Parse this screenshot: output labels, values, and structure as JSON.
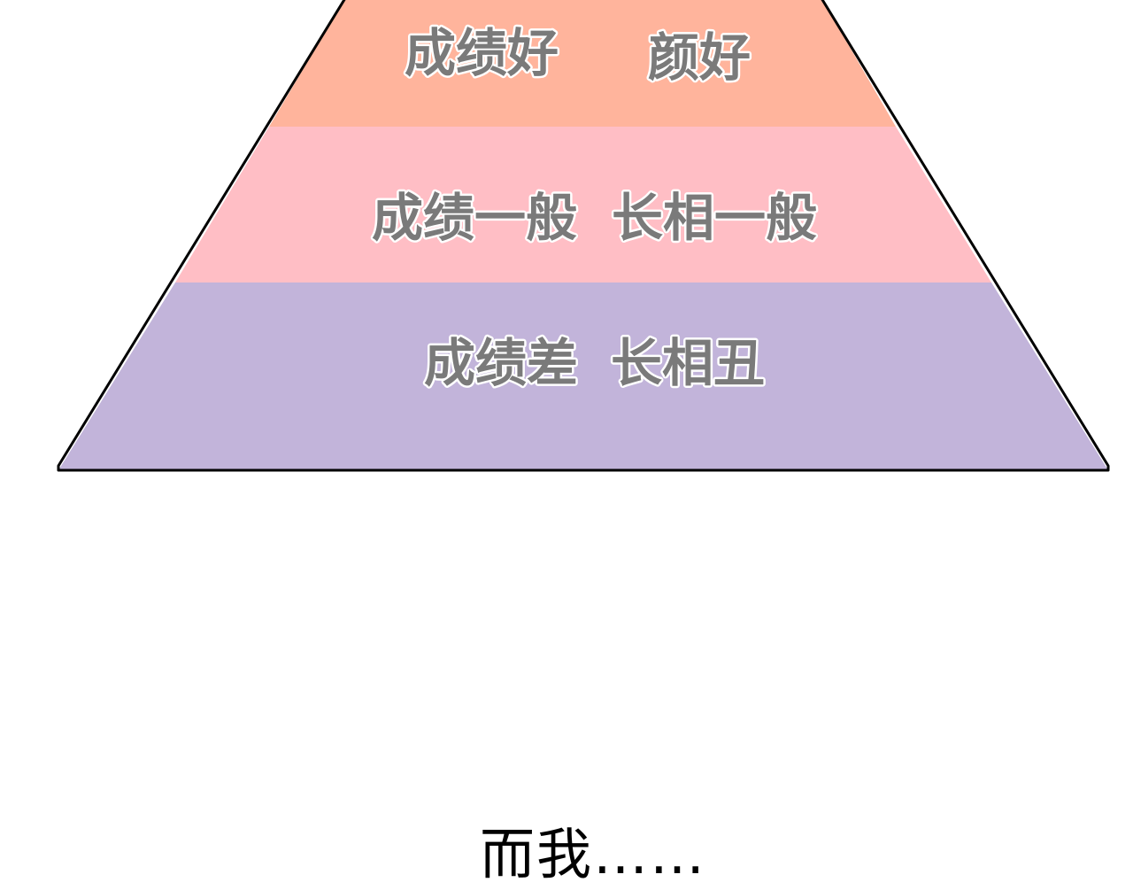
{
  "pyramid": {
    "tiers": [
      {
        "id": "top",
        "left_label": "成绩好",
        "right_label": "颜好",
        "color": "#ffb49c"
      },
      {
        "id": "middle",
        "left_label": "成绩一般",
        "right_label": "长相一般",
        "color": "#ffbec5"
      },
      {
        "id": "bottom",
        "left_label": "成绩差",
        "right_label": "长相丑",
        "color": "#c2b4da"
      }
    ],
    "outline_color": "#000000"
  },
  "caption": "而我……"
}
